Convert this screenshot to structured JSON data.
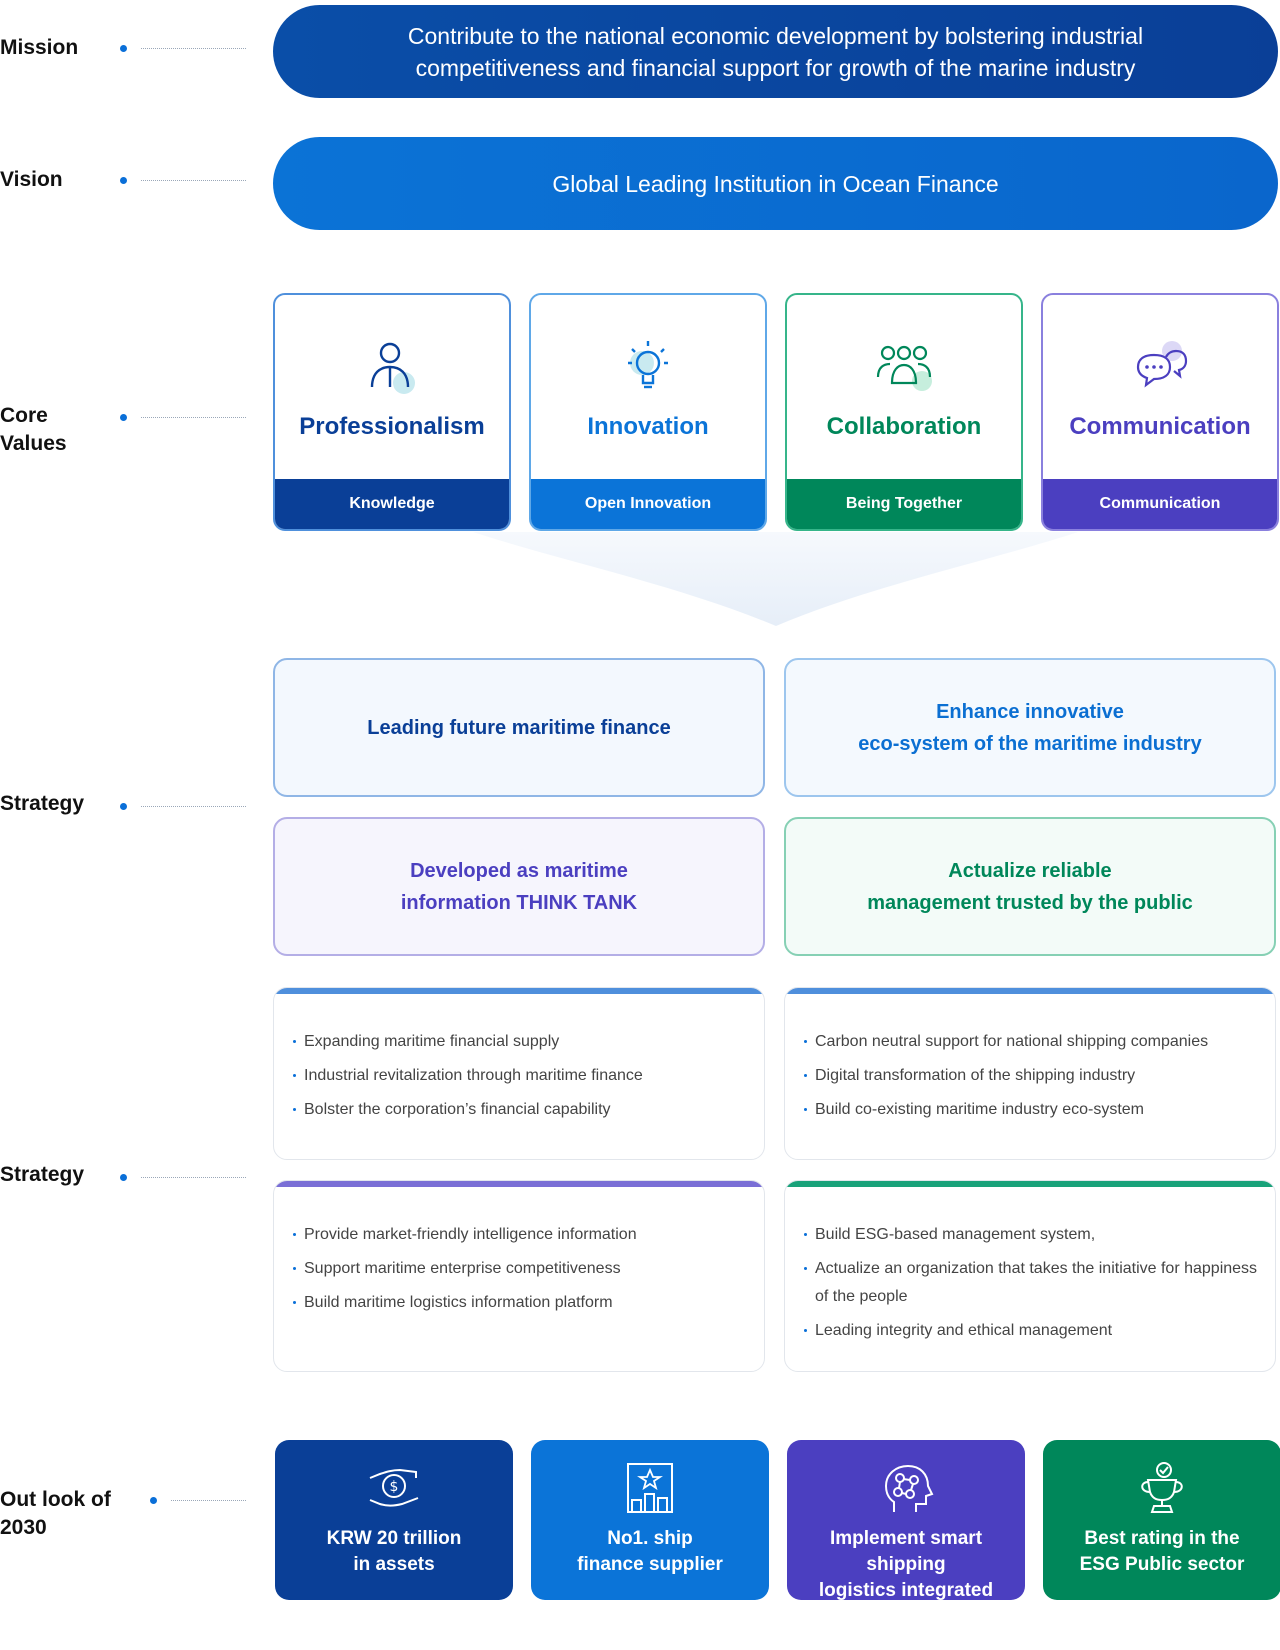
{
  "labels": {
    "mission": "Mission",
    "vision": "Vision",
    "core_values_1": "Core",
    "core_values_2": "Values",
    "strategy_1": "Strategy",
    "strategy_2": "Strategy",
    "outlook_1": "Out look of",
    "outlook_2": "2030"
  },
  "mission": {
    "line1": "Contribute to the national economic development by bolstering industrial",
    "line2": "competitiveness and financial support for growth of the marine industry"
  },
  "vision": {
    "text": "Global Leading Institution in Ocean Finance"
  },
  "core_values": [
    {
      "title": "Professionalism",
      "sub": "Knowledge",
      "icon": "person-icon",
      "color": "#0a3f97",
      "border": "#4f90dc"
    },
    {
      "title": "Innovation",
      "sub": "Open Innovation",
      "icon": "lightbulb-icon",
      "color": "#0b74d8",
      "border": "#5fa8e8"
    },
    {
      "title": "Collaboration",
      "sub": "Being Together",
      "icon": "group-icon",
      "color": "#00875a",
      "border": "#36b58a"
    },
    {
      "title": "Communication",
      "sub": "Communication",
      "icon": "chat-icon",
      "color": "#4b3fc0",
      "border": "#8a80de"
    }
  ],
  "strategy_boxes": [
    {
      "line1": "Leading future maritime finance",
      "line2": "",
      "color": "#0a3f97",
      "border": "#8fb6e6",
      "bg": "#f3f8fe"
    },
    {
      "line1": "Enhance innovative",
      "line2": "eco-system of the maritime industry",
      "color": "#0b6fd2",
      "border": "#9dc6ee",
      "bg": "#f4f9fe"
    },
    {
      "line1": "Developed as maritime",
      "line2": "information THINK TANK",
      "color": "#4b3fc0",
      "border": "#b4aee6",
      "bg": "#f6f5fd"
    },
    {
      "line1": "Actualize reliable",
      "line2": "management trusted by the public",
      "color": "#00875a",
      "border": "#86d0b4",
      "bg": "#f3fbf8"
    }
  ],
  "strategy_details": [
    {
      "bar": "#4f8fdc",
      "items": [
        "Expanding maritime financial supply",
        "Industrial revitalization through maritime finance",
        "Bolster the corporation’s financial capability"
      ]
    },
    {
      "bar": "#4f8fdc",
      "items": [
        "Carbon neutral support for national shipping companies",
        "Digital transformation of the shipping industry",
        "Build co-existing maritime industry eco-system"
      ]
    },
    {
      "bar": "#7a6fd6",
      "items": [
        "Provide market-friendly intelligence information",
        "Support maritime enterprise competitiveness",
        "Build maritime logistics information platform"
      ]
    },
    {
      "bar": "#19a27a",
      "items": [
        "Build ESG-based management system,",
        "Actualize an organization that takes the initiative for happiness of the people",
        "Leading integrity and ethical management"
      ]
    }
  ],
  "outlook": [
    {
      "line1": "KRW 20 trillion",
      "line2": "in assets",
      "icon": "money-hand-icon",
      "color": "#0a3f97"
    },
    {
      "line1": "No1. ship",
      "line2": "finance supplier",
      "icon": "ranking-icon",
      "color": "#0b74d8"
    },
    {
      "line1": "Implement smart shipping",
      "line2": "logistics integrated platform",
      "icon": "network-head-icon",
      "color": "#4b3fc0"
    },
    {
      "line1": "Best rating in the",
      "line2": "ESG Public sector",
      "icon": "trophy-icon",
      "color": "#00875a"
    }
  ]
}
